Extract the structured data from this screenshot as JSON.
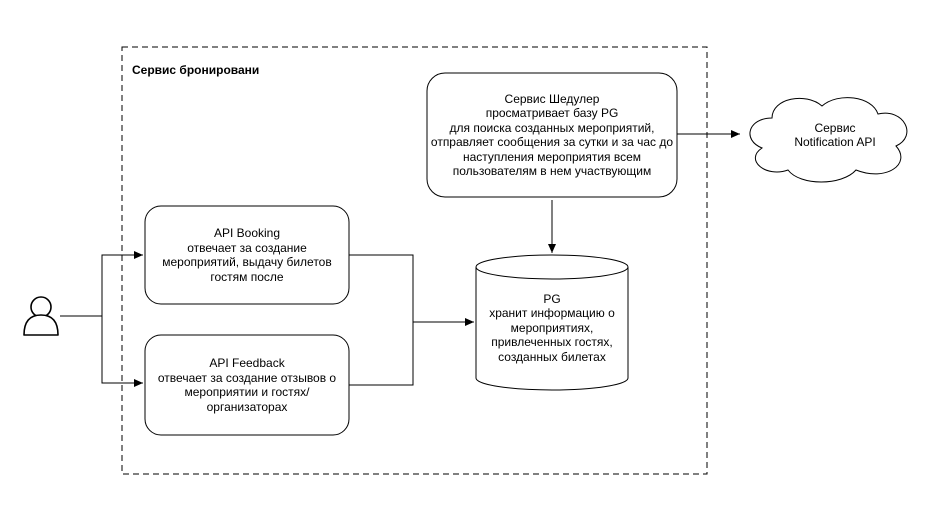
{
  "boundary": {
    "title": "Сервис бронировани"
  },
  "nodes": {
    "scheduler": "Сервис Шедулер\nпросматривает базу PG\nдля поиска созданных мероприятий,\nотправляет сообщения за сутки и за час до\nнаступления мероприятия всем\nпользователям в нем участвующим",
    "notification": "Сервис\nNotification API",
    "booking": "API  Booking\nотвечает за  создание\nмероприятий,  выдачу билетов\nгостям после",
    "feedback": "API  Feedback\nотвечает за  создание отзывов о\nмероприятии и гостях/\nорганизаторах",
    "pg": "PG\nхранит информацию о\nмероприятиях,\nпривлеченных гостях,\nсозданных билетах"
  },
  "colors": {
    "stroke": "#000000",
    "fill": "#ffffff"
  },
  "icons": {
    "actor": "user-icon"
  }
}
